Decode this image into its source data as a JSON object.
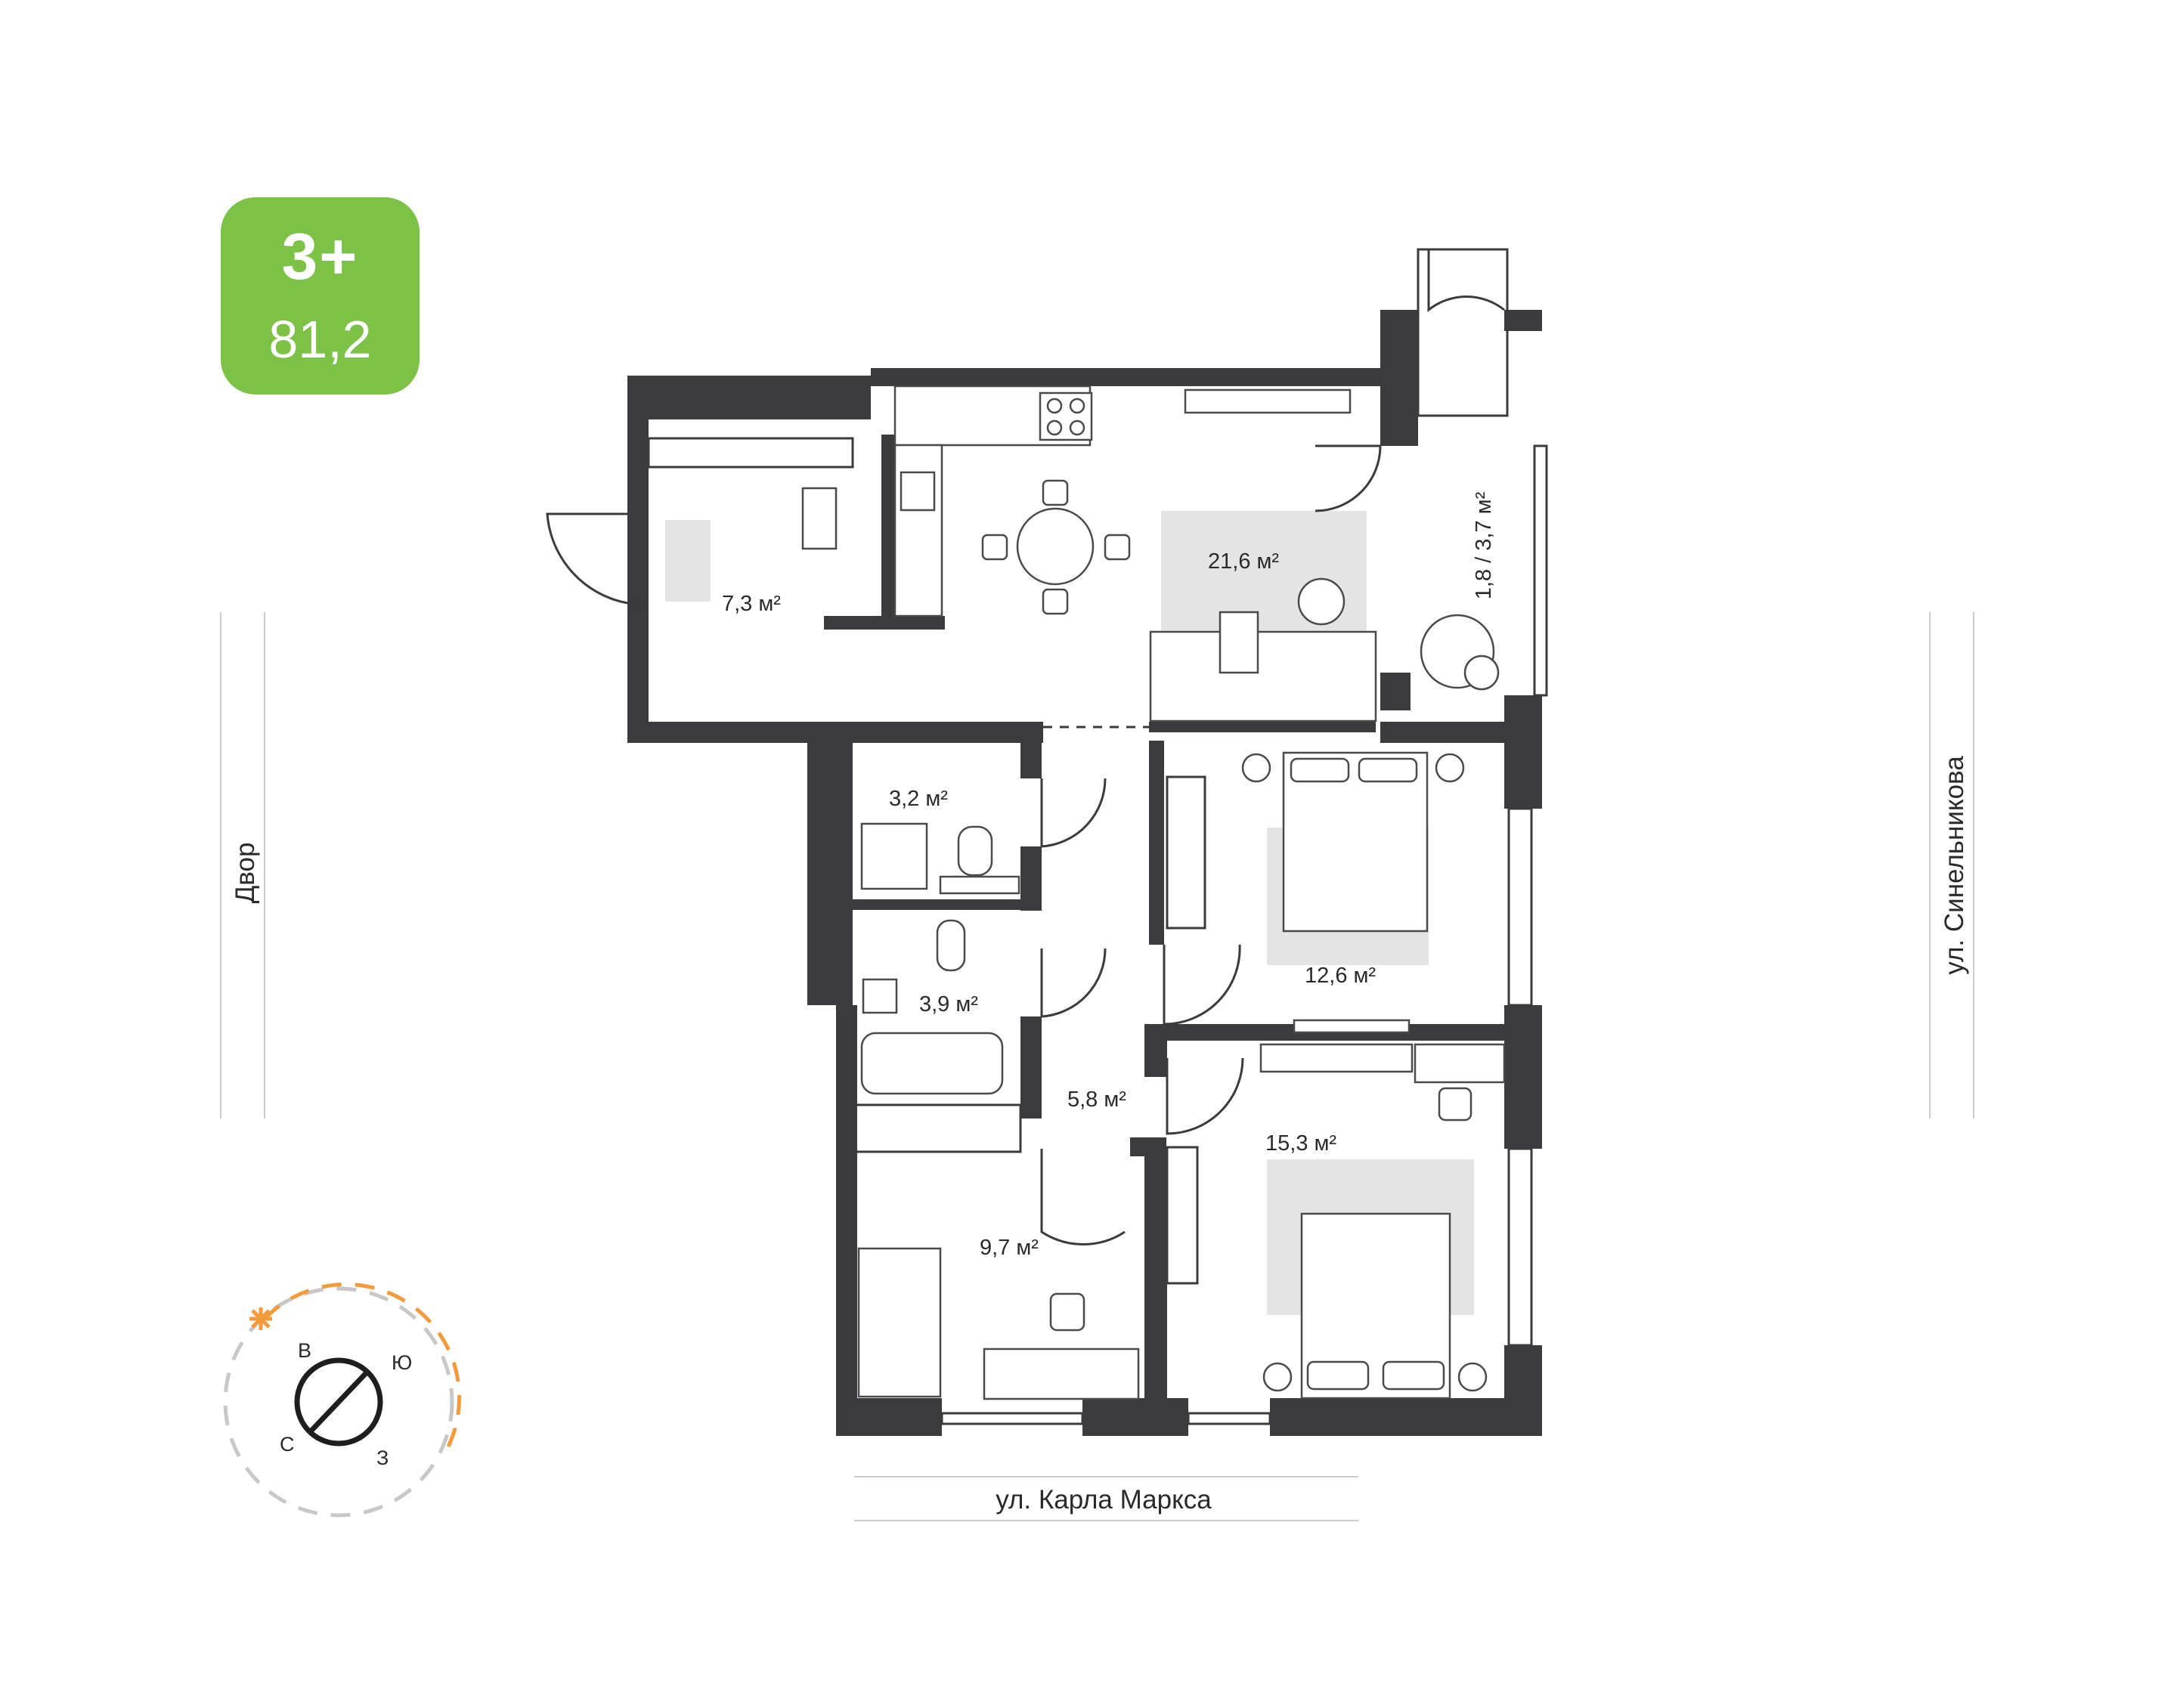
{
  "badge": {
    "rooms": "3+",
    "area": "81,2",
    "color": "#7cc246"
  },
  "rooms": [
    {
      "id": "hall",
      "area": "7,3 м²"
    },
    {
      "id": "kitchen-living",
      "area": "21,6 м²"
    },
    {
      "id": "balcony",
      "area": "1,8 / 3,7 м²"
    },
    {
      "id": "wc",
      "area": "3,2 м²"
    },
    {
      "id": "bathroom",
      "area": "3,9 м²"
    },
    {
      "id": "corridor",
      "area": "5,8 м²"
    },
    {
      "id": "bedroom-1",
      "area": "12,6 м²"
    },
    {
      "id": "bedroom-2",
      "area": "15,3 м²"
    },
    {
      "id": "bedroom-3",
      "area": "9,7 м²"
    }
  ],
  "streets": {
    "yard": "Двор",
    "east": "ул. Синельникова",
    "south": "ул. Карла Маркса"
  },
  "compass": {
    "north": "С",
    "east": "В",
    "south": "Ю",
    "west": "З",
    "sun_color": "#f39a3a"
  },
  "colors": {
    "wall": "#3b3b3e",
    "rug": "#e4e4e4"
  }
}
